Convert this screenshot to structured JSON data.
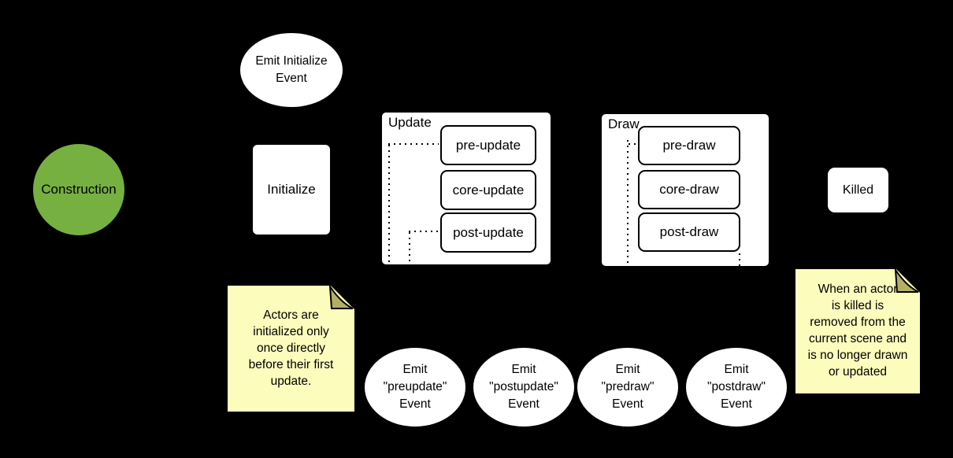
{
  "colors": {
    "background": "#000000",
    "shape_fill": "#ffffff",
    "construction_fill": "#76b041",
    "note_fill": "#fcfcbd",
    "note_fold": "#b3b063",
    "stroke": "#000000",
    "text": "#000000"
  },
  "nodes": {
    "construction": {
      "label": "Construction"
    },
    "emit_initialize_event": {
      "lines": [
        "Emit Initialize",
        "Event"
      ]
    },
    "initialize": {
      "label": "Initialize"
    },
    "update": {
      "label": "Update",
      "steps": [
        "pre-update",
        "core-update",
        "post-update"
      ]
    },
    "draw": {
      "label": "Draw",
      "steps": [
        "pre-draw",
        "core-draw",
        "post-draw"
      ]
    },
    "killed": {
      "label": "Killed"
    }
  },
  "event_ellipses": [
    {
      "lines": [
        "Emit",
        "\"preupdate\"",
        "Event"
      ]
    },
    {
      "lines": [
        "Emit",
        "\"postupdate\"",
        "Event"
      ]
    },
    {
      "lines": [
        "Emit",
        "\"predraw\"",
        "Event"
      ]
    },
    {
      "lines": [
        "Emit",
        "\"postdraw\"",
        "Event"
      ]
    }
  ],
  "notes": [
    {
      "lines": [
        "Actors are",
        "initialized only",
        "once directly",
        "before their first",
        "update."
      ]
    },
    {
      "lines": [
        "When an actor",
        "is killed is",
        "removed from the",
        "current scene and",
        "is no longer drawn",
        "or updated"
      ]
    }
  ]
}
